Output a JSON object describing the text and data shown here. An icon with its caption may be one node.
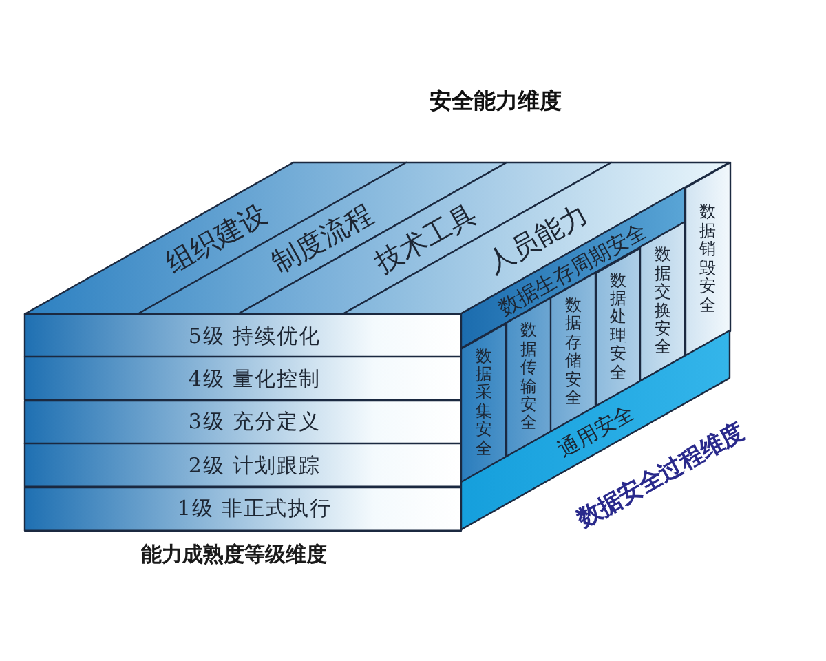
{
  "diagram": {
    "nodes": [
      {
        "text": [
          "组织建设"
        ]
      },
      {
        "text": [
          "制度流程"
        ]
      },
      {
        "text": [
          "技术工具"
        ]
      },
      {
        "text": [
          "人员能力"
        ]
      },
      {
        "text": [
          "5级 持续优化"
        ]
      },
      {
        "text": [
          "4级 量化控制"
        ]
      },
      {
        "text": [
          "3级 充分定义"
        ]
      },
      {
        "text": [
          "2级 计划跟踪"
        ]
      },
      {
        "text": [
          "1级 非正式执行"
        ]
      },
      {
        "text": [
          "数据生存周期安全"
        ]
      },
      {
        "text": [
          "数据采集安全"
        ]
      },
      {
        "text": [
          "数据传输安全"
        ]
      },
      {
        "text": [
          "数据存储安全"
        ]
      },
      {
        "text": [
          "数据处理安全"
        ]
      },
      {
        "text": [
          "数据交换安全"
        ]
      },
      {
        "text": [
          "数据销毁安全"
        ]
      },
      {
        "text": [
          "通用安全"
        ]
      }
    ],
    "labels": [
      "安全能力维度",
      "能力成熟度等级维度",
      "数据安全过程维度"
    ]
  }
}
